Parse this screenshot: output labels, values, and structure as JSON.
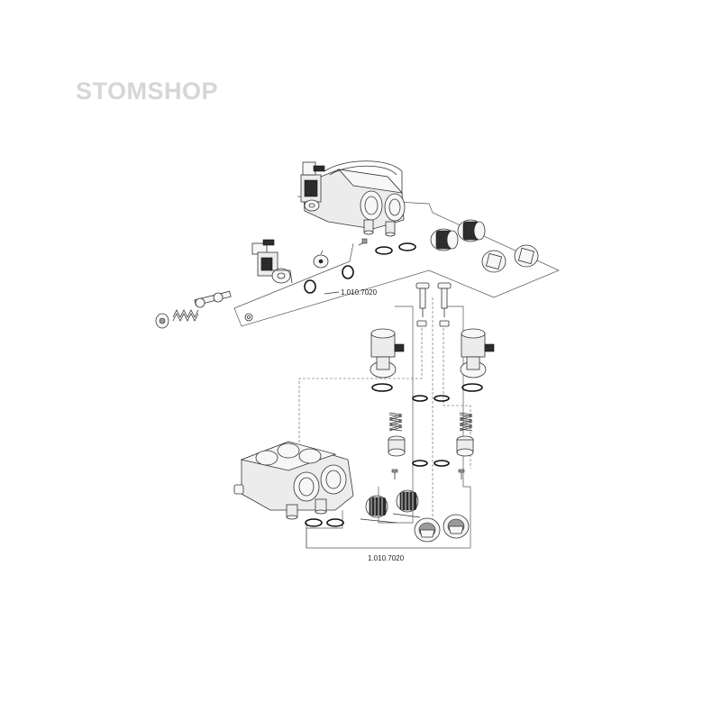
{
  "watermark": {
    "text": "STOMSHOP"
  },
  "labels": {
    "upper_kit": "1.010.7020",
    "lower_kit": "1.010.7020"
  },
  "colors": {
    "line": "#333333",
    "fill_light": "#ececec",
    "fill_dark": "#2c2c2c",
    "watermark": "#d6d6d6"
  },
  "icons": [
    "valve-block",
    "filter-cartridge",
    "spring",
    "o-ring",
    "solenoid-valve",
    "screw",
    "cap"
  ]
}
